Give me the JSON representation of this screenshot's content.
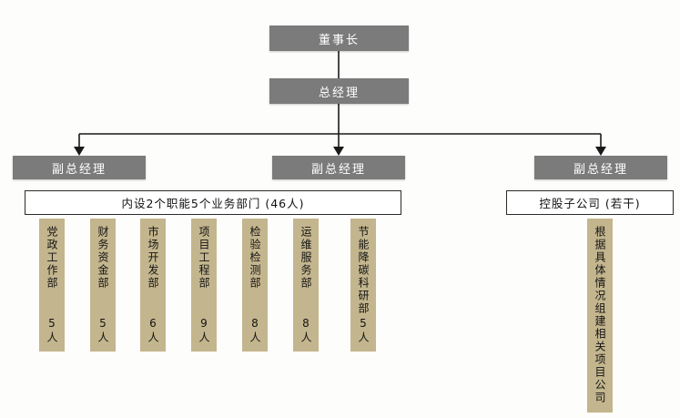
{
  "org_chart": {
    "chairman": "董事长",
    "general_manager": "总经理",
    "deputies": [
      "副总经理",
      "副总经理",
      "副总经理"
    ],
    "functional_banner": "内设2个职能5个业务部门 (46人)",
    "holding_banner": "控股子公司 (若干)",
    "departments": [
      {
        "name": "党政工作部",
        "count": "5人"
      },
      {
        "name": "财务资金部",
        "count": "5人"
      },
      {
        "name": "市场开发部",
        "count": "6人"
      },
      {
        "name": "项目工程部",
        "count": "9人"
      },
      {
        "name": "检验检测部",
        "count": "8人"
      },
      {
        "name": "运维服务部",
        "count": "8人"
      },
      {
        "name": "节能降碳科研部",
        "count": "5人"
      }
    ],
    "subsidiary_note": "根据具体情况组建相关项目公司",
    "colors": {
      "gray_box": "#7b7b7b",
      "tan_box": "#c3b58d",
      "line": "#1a1a1a",
      "background": "#fdfdfb"
    }
  }
}
